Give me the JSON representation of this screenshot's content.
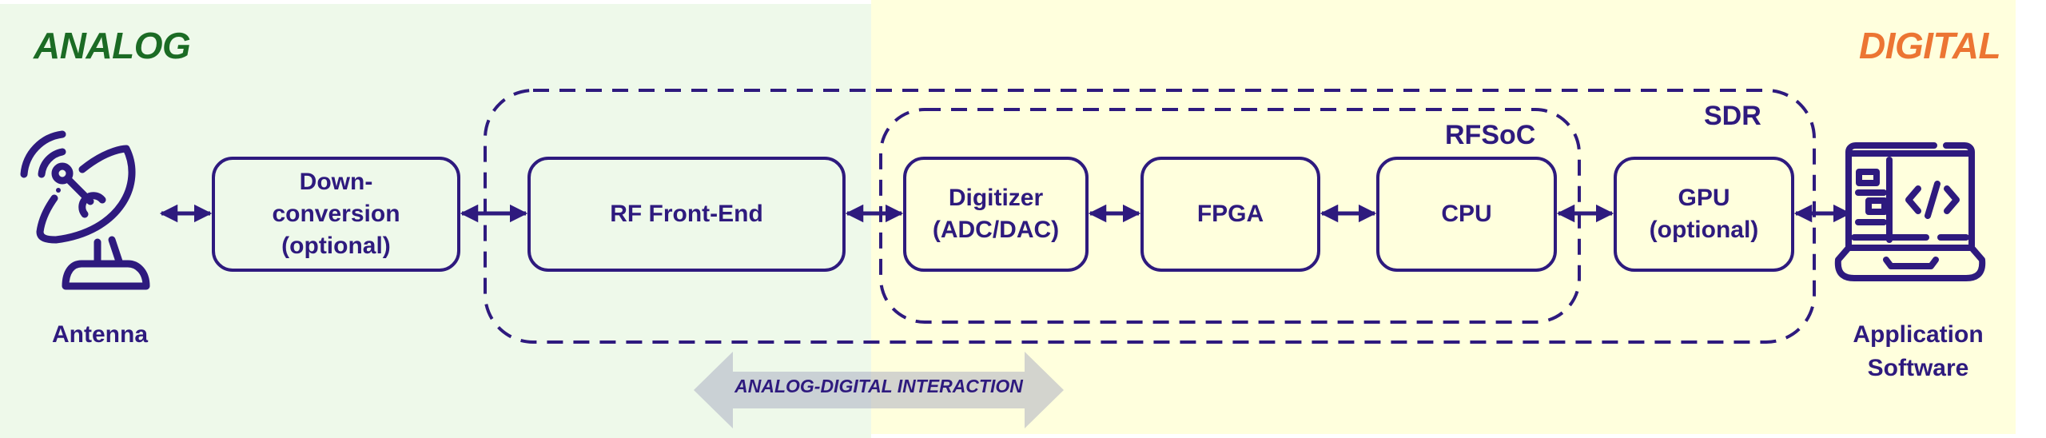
{
  "zones": {
    "analog": {
      "title": "ANALOG",
      "color": "#1b6b24",
      "background": "#eef9ea"
    },
    "digital": {
      "title": "DIGITAL",
      "color": "#ec7533",
      "background": "#ffffdd"
    }
  },
  "stroke_color": "#2e1a7e",
  "endpoints": {
    "antenna": {
      "label": "Antenna",
      "icon": "satellite-dish-icon"
    },
    "application": {
      "label": "Application\nSoftware",
      "icon": "laptop-code-icon"
    }
  },
  "blocks": [
    {
      "id": "downconversion",
      "label": "Down-\nconversion\n(optional)"
    },
    {
      "id": "rf-front-end",
      "label": "RF Front-End"
    },
    {
      "id": "digitizer",
      "label": "Digitizer\n(ADC/DAC)"
    },
    {
      "id": "fpga",
      "label": "FPGA"
    },
    {
      "id": "cpu",
      "label": "CPU"
    },
    {
      "id": "gpu",
      "label": "GPU\n(optional)"
    }
  ],
  "groups": {
    "sdr": {
      "label": "SDR"
    },
    "rfsoc": {
      "label": "RFSoC"
    }
  },
  "interaction": {
    "label": "ANALOG-DIGITAL INTERACTION",
    "fill": "#c5c4cf"
  },
  "connections": [
    [
      "antenna",
      "downconversion"
    ],
    [
      "downconversion",
      "rf-front-end"
    ],
    [
      "rf-front-end",
      "digitizer"
    ],
    [
      "digitizer",
      "fpga"
    ],
    [
      "fpga",
      "cpu"
    ],
    [
      "cpu",
      "gpu"
    ],
    [
      "gpu",
      "application"
    ]
  ]
}
